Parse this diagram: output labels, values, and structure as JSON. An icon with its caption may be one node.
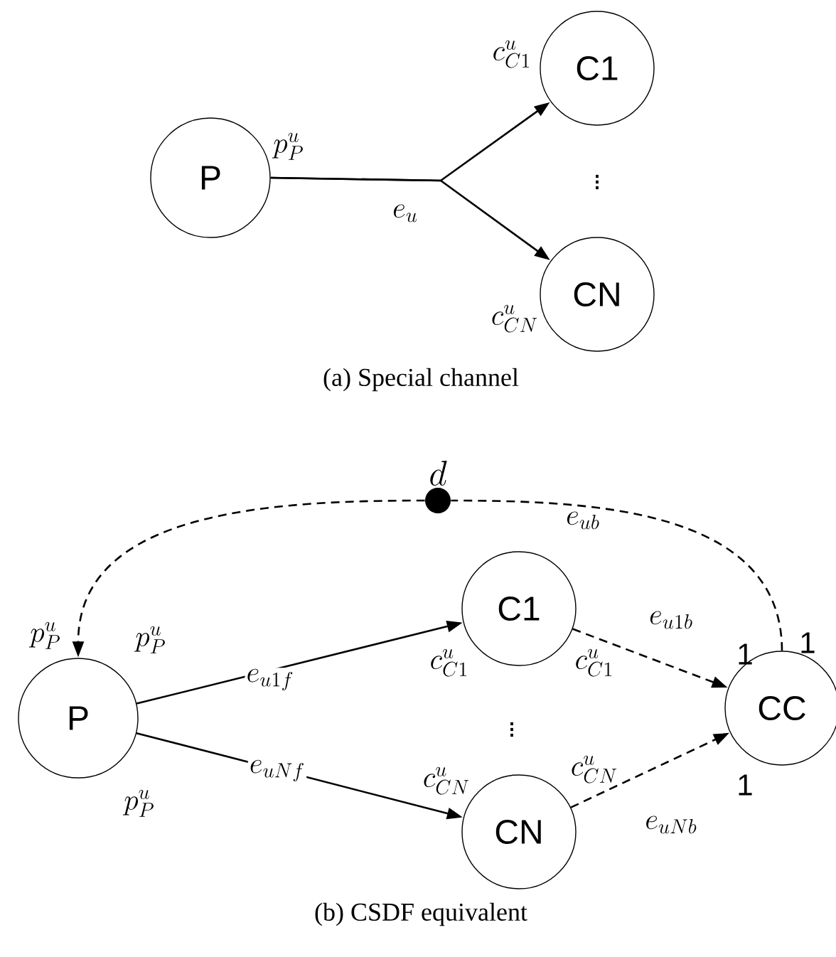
{
  "diagram": {
    "nodes": [
      {
        "text": [
          "P"
        ]
      },
      {
        "text": [
          "C1"
        ]
      },
      {
        "text": [
          "CN"
        ]
      },
      {
        "text": [
          "P"
        ]
      },
      {
        "text": [
          "C1"
        ]
      },
      {
        "text": [
          "CN"
        ]
      },
      {
        "text": [
          "CC"
        ]
      },
      {
        "text": [
          "d"
        ]
      }
    ],
    "edges": [
      {
        "from": 0,
        "to": 1,
        "arrow": "to",
        "label": "e_{u}"
      },
      {
        "from": 0,
        "to": 2,
        "arrow": "to"
      },
      {
        "from": 3,
        "to": 4,
        "arrow": "to",
        "label": "e_{u1f}"
      },
      {
        "from": 3,
        "to": 5,
        "arrow": "to",
        "label": "e_{uNf}"
      },
      {
        "from": 4,
        "to": 6,
        "arrow": "to",
        "label": "e_{u1b}",
        "style": "dashed"
      },
      {
        "from": 5,
        "to": 6,
        "arrow": "to",
        "label": "e_{uNb}",
        "style": "dashed"
      },
      {
        "from": 6,
        "to": 7,
        "arrow": "none",
        "label": "e_{ub}",
        "style": "dashed"
      },
      {
        "from": 7,
        "to": 3,
        "arrow": "to",
        "style": "dashed"
      }
    ],
    "labels": [
      "c^{u}_{C1}",
      "p^{u}_{P}",
      "\\vdots",
      "c^{u}_{CN}",
      "(a) Special channel",
      "p^{u}_{P}",
      "p^{u}_{P}",
      "c^{u}_{C1}",
      "c^{u}_{C1}",
      "1",
      "1",
      "\\vdots",
      "p^{u}_{P}",
      "c^{u}_{CN}",
      "c^{u}_{CN}",
      "1",
      "(b) CSDF equivalent"
    ]
  }
}
